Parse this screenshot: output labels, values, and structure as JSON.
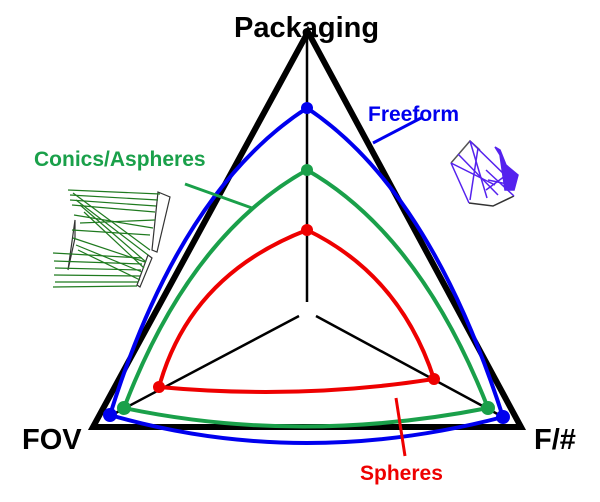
{
  "axes": {
    "top": "Packaging",
    "left": "FOV",
    "right": "F/#"
  },
  "series": [
    {
      "name": "Freeform",
      "color": "#0000ee",
      "label": "Freeform"
    },
    {
      "name": "Conics/Aspheres",
      "color": "#1aa04a",
      "label": "Conics/Aspheres"
    },
    {
      "name": "Spheres",
      "color": "#ee0000",
      "label": "Spheres"
    }
  ],
  "colors": {
    "frame": "#000000",
    "freeform": "#0000ee",
    "conics": "#1aa04a",
    "spheres": "#ee0000",
    "freeform_sketch": "#5522ee",
    "conics_sketch": "#1f7a1f"
  },
  "chart_data": {
    "type": "radar",
    "title": "",
    "axes": [
      "Packaging",
      "FOV",
      "F/#"
    ],
    "range": [
      0,
      1
    ],
    "series": [
      {
        "name": "Freeform",
        "values": [
          0.73,
          0.92,
          0.93
        ]
      },
      {
        "name": "Conics/Aspheres",
        "values": [
          0.51,
          0.85,
          0.86
        ]
      },
      {
        "name": "Spheres",
        "values": [
          0.3,
          0.68,
          0.62
        ]
      }
    ],
    "annotations": [
      "Freeform",
      "Conics/Aspheres",
      "Spheres"
    ],
    "grid": false,
    "legend": "callout labels"
  }
}
